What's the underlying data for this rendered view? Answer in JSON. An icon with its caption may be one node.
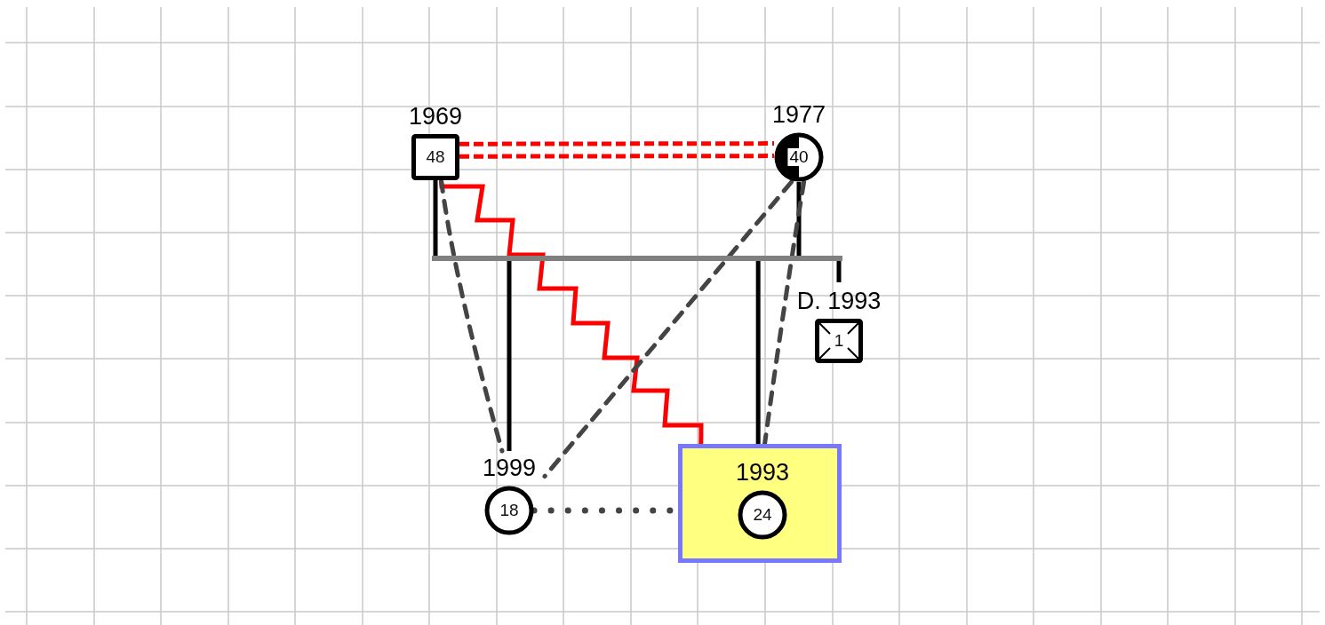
{
  "diagram": {
    "nodes": [
      {
        "text": [
          "48"
        ],
        "beside": [
          "1969"
        ]
      },
      {
        "text": [
          "40"
        ],
        "beside": [
          "1977"
        ]
      },
      {
        "text": [
          "18"
        ],
        "beside": [
          "1999"
        ]
      },
      {
        "text": [],
        "shape": "box"
      },
      {
        "text": [
          "24"
        ],
        "beside": [
          "1993"
        ],
        "in": 3
      },
      {
        "text": [
          "1"
        ],
        "beside": [
          "D. 1993"
        ]
      },
      {
        "text": [],
        "shape": "bar"
      }
    ],
    "edges": [
      {
        "from": 0,
        "to": 1,
        "arrow": "none",
        "style": "dashed",
        "color": "#ff0000"
      },
      {
        "from": 0,
        "to": 6,
        "arrow": "none"
      },
      {
        "from": 1,
        "to": 6,
        "arrow": "none"
      },
      {
        "from": 6,
        "to": 2,
        "arrow": "none"
      },
      {
        "from": 6,
        "to": 3,
        "arrow": "none"
      },
      {
        "from": 6,
        "to": 5,
        "arrow": "none"
      },
      {
        "from": 0,
        "to": 3,
        "arrow": "none",
        "color": "#ff0000"
      },
      {
        "from": 0,
        "to": 2,
        "arrow": "none",
        "style": "dashed",
        "color": "#444444"
      },
      {
        "from": 1,
        "to": 2,
        "arrow": "none",
        "style": "dashed",
        "color": "#444444"
      },
      {
        "from": 1,
        "to": 3,
        "arrow": "none",
        "style": "dashed",
        "color": "#444444"
      },
      {
        "from": 2,
        "to": 3,
        "arrow": "none",
        "style": "dashed",
        "color": "#444444"
      }
    ]
  }
}
